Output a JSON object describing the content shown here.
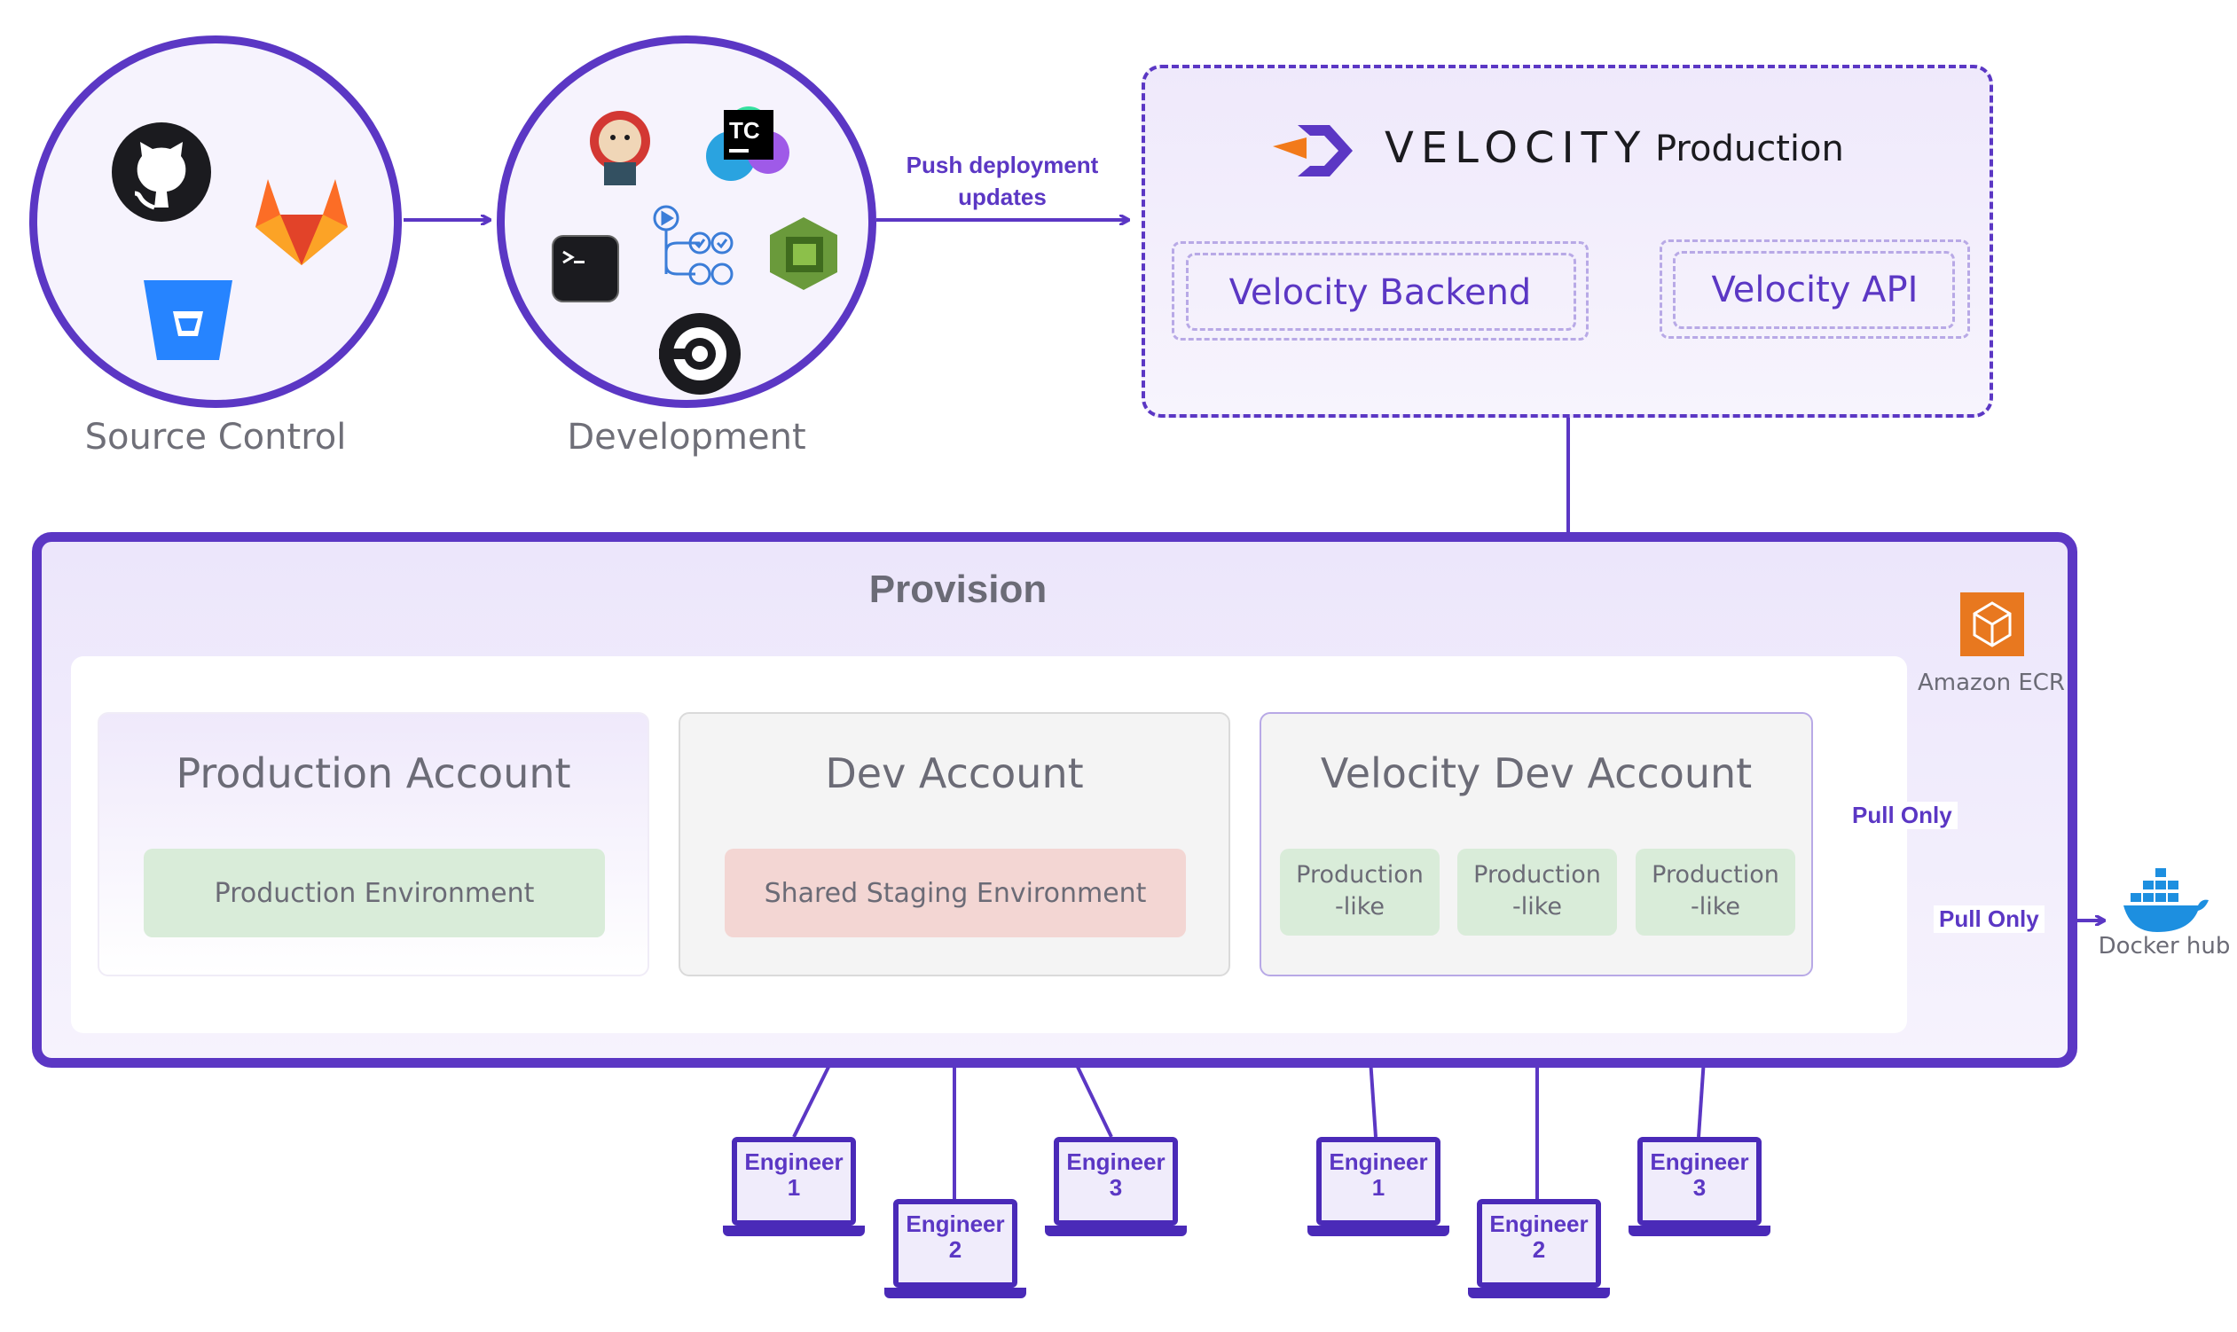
{
  "source_control": {
    "caption": "Source Control"
  },
  "development": {
    "caption": "Development"
  },
  "push_label": [
    "Push deployment",
    "updates"
  ],
  "velocity": {
    "logo_text": "VELOCITY",
    "env_text": "Production",
    "backend": "Velocity Backend",
    "api": "Velocity API"
  },
  "provision": {
    "title": "Provision",
    "accounts": [
      {
        "title": "Production Account",
        "env": "Production Environment"
      },
      {
        "title": "Dev Account",
        "env": "Shared Staging Environment"
      },
      {
        "title": "Velocity Dev Account",
        "envs": [
          [
            "Production",
            "-like"
          ],
          [
            "Production",
            "-like"
          ],
          [
            "Production",
            "-like"
          ]
        ]
      }
    ]
  },
  "registries": {
    "ecr": "Amazon ECR",
    "docker": "Docker hub",
    "pull1": "Pull Only",
    "pull2": "Pull Only"
  },
  "engineers": [
    [
      "Engineer",
      "1"
    ],
    [
      "Engineer",
      "2"
    ],
    [
      "Engineer",
      "3"
    ],
    [
      "Engineer",
      "1"
    ],
    [
      "Engineer",
      "2"
    ],
    [
      "Engineer",
      "3"
    ]
  ],
  "colors": {
    "accent": "#5b37c4",
    "green_env": "#d9ecd9",
    "red_env": "#f3d6d3",
    "ecr_orange": "#e8781f",
    "docker_blue": "#1d8fe0"
  }
}
